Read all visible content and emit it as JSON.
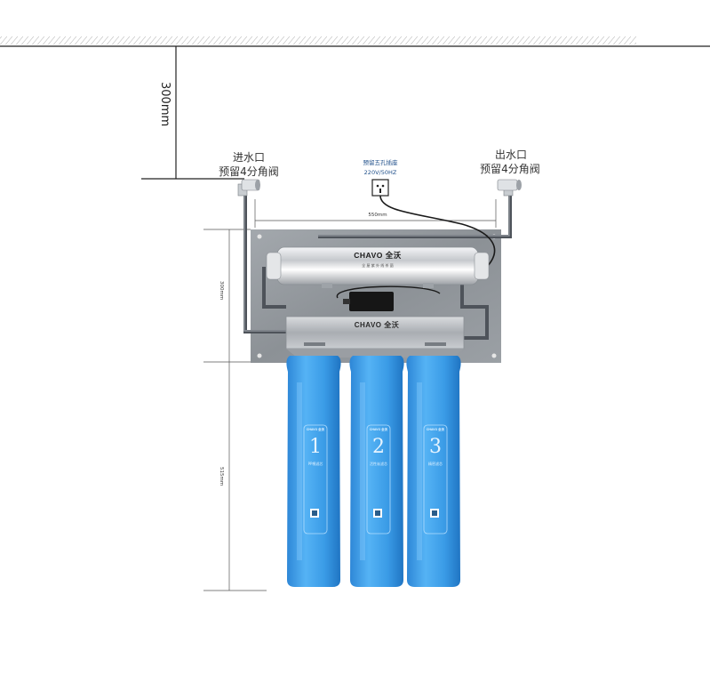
{
  "ceiling_to_inlet_dim": "300mm",
  "inlet": {
    "title": "进水口",
    "subtitle": "预留4分角阀"
  },
  "outlet": {
    "title": "出水口",
    "subtitle": "预留4分角阀"
  },
  "socket": {
    "title": "预留五孔插座",
    "spec": "220V/50HZ"
  },
  "width_dim": "550mm",
  "upper_height_dim": "300mm",
  "lower_height_dim": "515mm",
  "brand": "CHAVO 全沃",
  "uv_tube_subtitle": "全 屋 紫 外 线 杀 菌",
  "filters": [
    {
      "number": "1",
      "brand": "CHAVO 全沃",
      "name": "PP棉滤芯"
    },
    {
      "number": "2",
      "brand": "CHAVO 全沃",
      "name": "活性炭滤芯"
    },
    {
      "number": "3",
      "brand": "CHAVO 全沃",
      "name": "精密滤芯"
    }
  ],
  "colors": {
    "filter_blue": "#3d9ee8",
    "steel": "#b9bcc0",
    "panel": "#8f9499",
    "pipe": "#5a5f66"
  }
}
